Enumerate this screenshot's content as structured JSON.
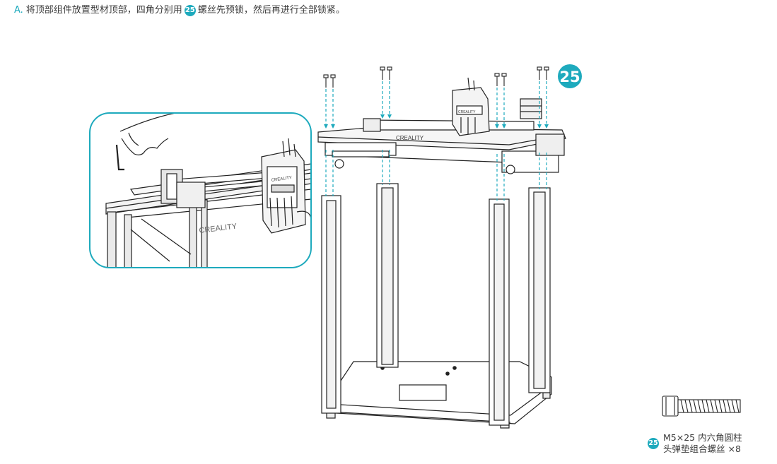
{
  "instruction": {
    "step": "A.",
    "text_before": "将顶部组件放置型材顶部，四角分别用",
    "badge": "25",
    "text_after": "螺丝先预锁，然后再进行全部锁紧。"
  },
  "callout_badge": "25",
  "printer_logo": "CREALITY",
  "part": {
    "badge": "25",
    "line1": "M5×25 内六角圆柱",
    "line2": "头弹垫组合螺丝 ×8"
  },
  "colors": {
    "accent": "#1eaabd",
    "line": "#222222",
    "text": "#3a3a3a"
  }
}
